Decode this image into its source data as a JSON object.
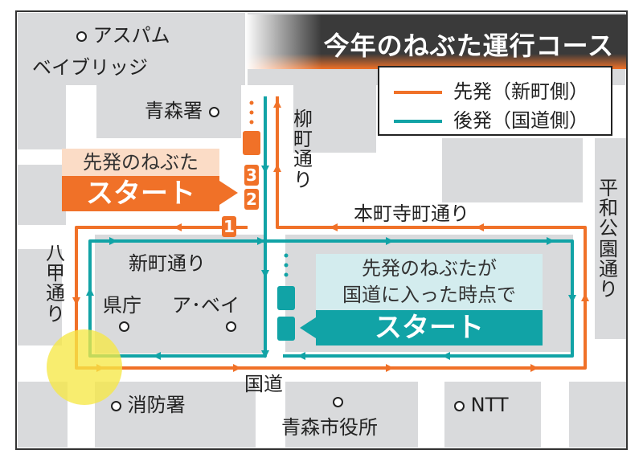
{
  "title": "今年のねぶた運行コース",
  "legend": [
    {
      "label": "先発（新町側）",
      "color": "#f07128"
    },
    {
      "label": "後発（国道側）",
      "color": "#11a3a6"
    }
  ],
  "landmarks": {
    "aspam": "アスパム",
    "bay_bridge": "ベイブリッジ",
    "police": "青森署",
    "pref_office": "県庁",
    "a_bay": "ア･ベイ",
    "fire": "消防署",
    "ntt": "NTT",
    "city_hall": "青森市役所"
  },
  "streets": {
    "yanagi": "柳町通り",
    "honcho": "本町寺町通り",
    "heiwa": "平和公園通り",
    "shinmachi": "新町通り",
    "hakkoda": "八甲通り",
    "kokudo": "国道"
  },
  "start_orange": {
    "top": "先発のねぶた",
    "main": "スタート",
    "numbers": [
      "1",
      "2",
      "3"
    ]
  },
  "start_teal": {
    "top_line1": "先発のねぶたが",
    "top_line2": "国道に入った時点で",
    "main": "スタート"
  },
  "colors": {
    "orange": "#f07128",
    "teal": "#11a3a6",
    "block": "#d9dadc",
    "title_bg": "#3a3a3a"
  }
}
